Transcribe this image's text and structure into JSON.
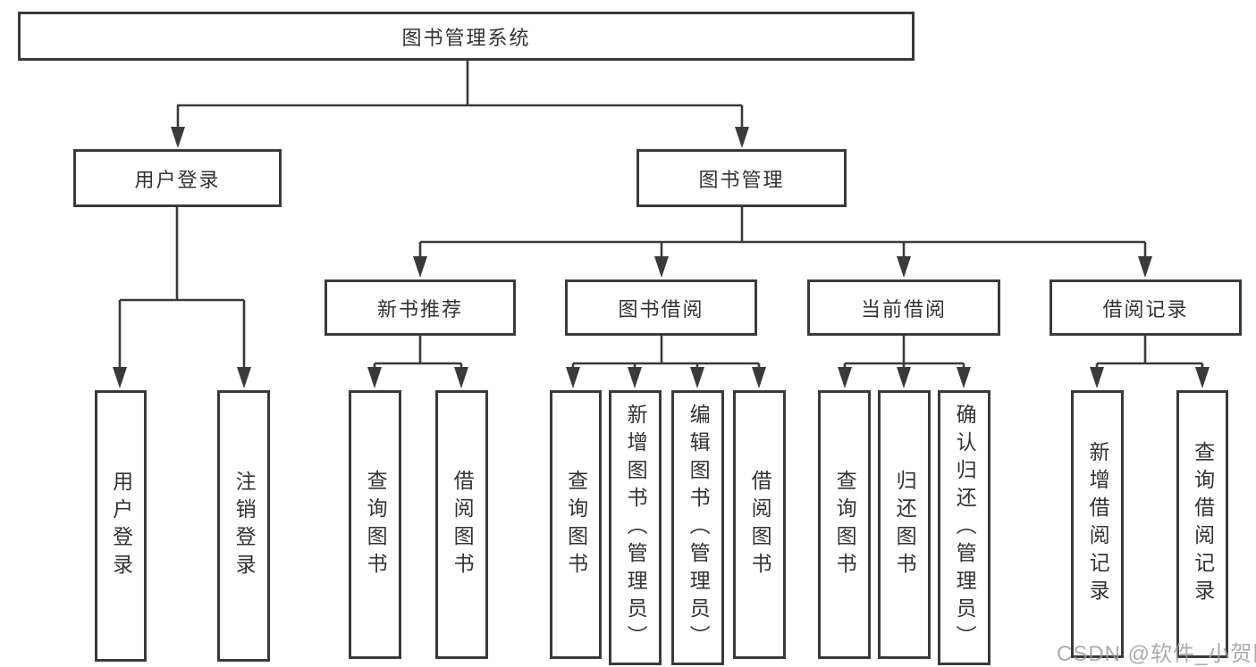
{
  "diagram_title": "图书管理系统",
  "tree": {
    "label": "图书管理系统",
    "children": [
      {
        "label": "用户登录",
        "children": [
          {
            "label": "用户登录"
          },
          {
            "label": "注销登录"
          }
        ]
      },
      {
        "label": "图书管理",
        "children": [
          {
            "label": "新书推荐",
            "children": [
              {
                "label": "查询图书"
              },
              {
                "label": "借阅图书"
              }
            ]
          },
          {
            "label": "图书借阅",
            "children": [
              {
                "label": "查询图书"
              },
              {
                "label": "新增图书（管理员）"
              },
              {
                "label": "编辑图书（管理员）"
              },
              {
                "label": "借阅图书"
              }
            ]
          },
          {
            "label": "当前借阅",
            "children": [
              {
                "label": "查询图书"
              },
              {
                "label": "归还图书"
              },
              {
                "label": "确认归还（管理员）"
              }
            ]
          },
          {
            "label": "借阅记录",
            "children": [
              {
                "label": "新增借阅记录"
              },
              {
                "label": "查询借阅记录"
              }
            ]
          }
        ]
      }
    ]
  },
  "watermark": "CSDN @软件_小贺同学",
  "colors": {
    "line": "#3a3a3a",
    "box_border": "#3a3a3a",
    "box_fill": "#ffffff",
    "text": "#333333",
    "watermark": "#9e9e9e",
    "background": "#ffffff"
  }
}
